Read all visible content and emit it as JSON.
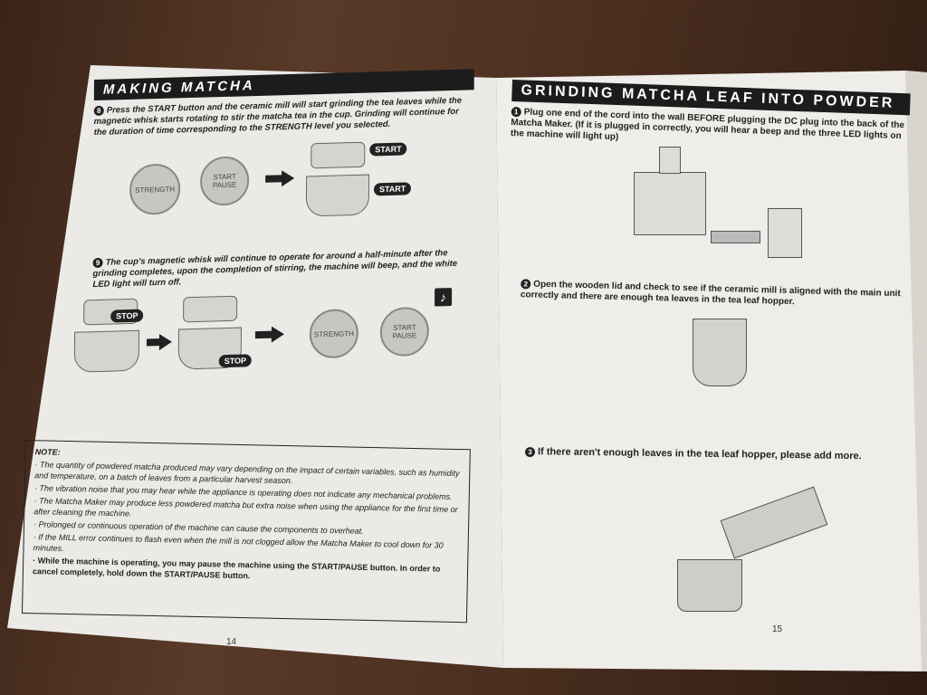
{
  "left_page": {
    "title": "MAKING MATCHA",
    "step8": {
      "number": "8",
      "text": "Press the START button and the ceramic mill will start grinding the tea leaves while the magnetic whisk starts rotating to stir the matcha tea in the cup. Grinding will continue for the duration of time corresponding to the STRENGTH level you selected."
    },
    "step8_labels": {
      "strength": "STRENGTH",
      "start_pause": "START PAUSE",
      "start_tag": "START"
    },
    "step9": {
      "number": "9",
      "text": "The cup's magnetic whisk will continue to operate for around a half-minute after the grinding completes, upon the completion of stirring, the machine will beep, and the white LED light will turn off."
    },
    "step9_labels": {
      "stop_tag": "STOP",
      "strength": "STRENGTH",
      "start_pause": "START PAUSE",
      "music": "♪"
    },
    "note": {
      "heading": "NOTE:",
      "items": [
        "· The quantity of powdered matcha produced may vary depending on the impact of certain variables, such as humidity and temperature, on a batch of leaves from a particular harvest season.",
        "· The vibration noise that you may hear while the appliance is operating  does not indicate any mechanical problems.",
        "· The Matcha Maker may produce less powdered matcha but extra noise when using the appliance for the first time or after cleaning the machine.",
        "· Prolonged or continuous operation of the machine can cause the components to overheat.",
        "· If the MILL error continues to flash even when the mill is not clogged allow the Matcha Maker to cool down for 30 minutes.",
        "· While the machine is operating, you may pause the machine using the START/PAUSE button. In order to cancel completely, hold down the START/PAUSE button."
      ]
    },
    "page_number": "14"
  },
  "right_page": {
    "title": "GRINDING MATCHA LEAF INTO POWDER",
    "step1": {
      "number": "1",
      "text": "Plug one end of the cord into the wall BEFORE plugging the DC plug into the back of the Matcha Maker. (If it is plugged in correctly, you will hear a beep and the three LED lights on the machine will light up)"
    },
    "step2": {
      "number": "2",
      "text": "Open the wooden lid and check to see if the ceramic mill is aligned with the main unit correctly and there are enough tea leaves in the tea leaf hopper."
    },
    "step3": {
      "number": "3",
      "text": "If there aren't enough leaves in the tea leaf hopper, please add more."
    },
    "page_number": "15"
  }
}
